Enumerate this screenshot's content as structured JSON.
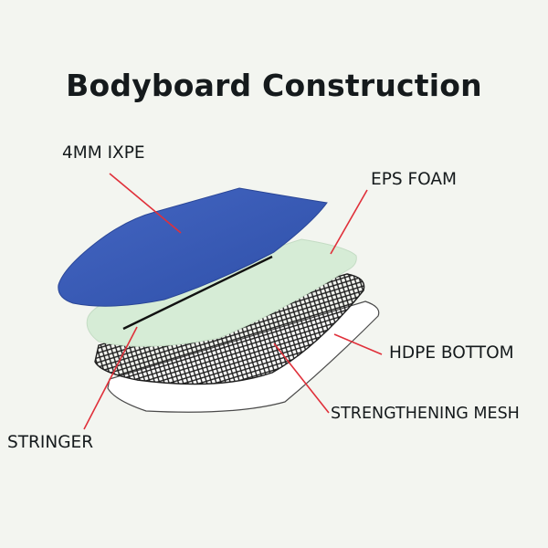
{
  "title": "Bodyboard Construction",
  "labels": {
    "ixpe": "4MM IXPE",
    "eps_foam": "EPS FOAM",
    "hdpe_bottom": "HDPE BOTTOM",
    "strengthening_mesh": "STRENGTHENING MESH",
    "stringer": "STRINGER"
  },
  "colors": {
    "background": "#f3f5f0",
    "ixpe_layer": "#3a5cb7",
    "eps_layer": "#d6ecd6",
    "mesh_layer": "#2b2b2b",
    "hdpe_layer": "#ffffff",
    "pointer_lines": "#e0303a",
    "stringer": "#111111"
  }
}
